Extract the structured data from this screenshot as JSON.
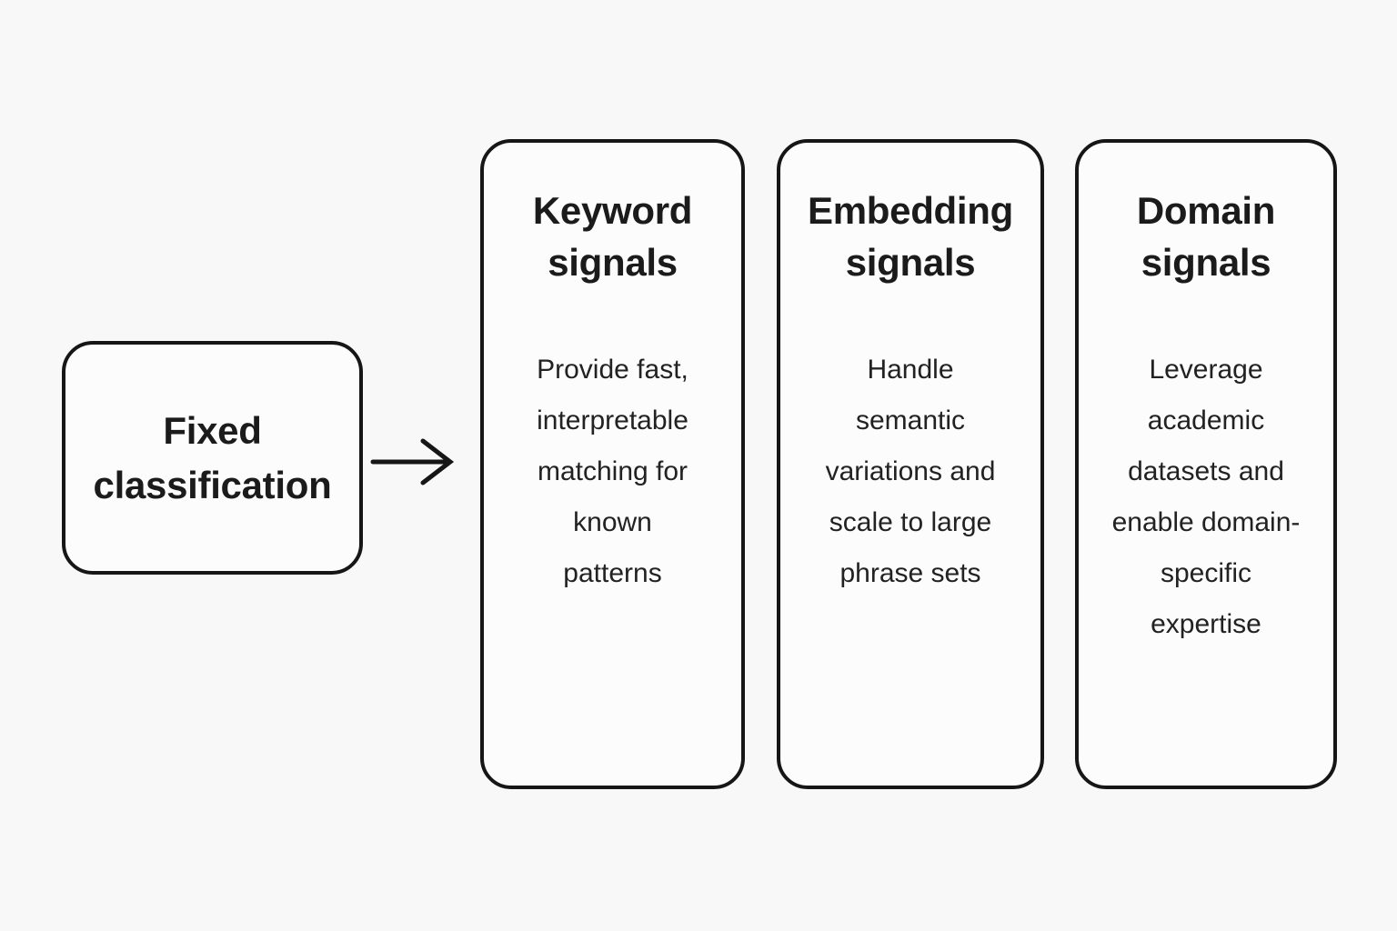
{
  "diagram": {
    "source_box": {
      "label": "Fixed classification"
    },
    "arrow": {
      "icon": "right-arrow-icon",
      "direction": "right"
    },
    "cards": [
      {
        "title": "Keyword signals",
        "description": "Provide fast, interpretable matching for known patterns"
      },
      {
        "title": "Embedding signals",
        "description": "Handle semantic variations and scale to large phrase sets"
      },
      {
        "title": "Domain signals",
        "description": "Leverage academic datasets and enable domain-specific expertise"
      }
    ],
    "colors": {
      "background": "#f8f8f8",
      "card_background": "#fcfcfc",
      "border": "#161616",
      "text": "#1c1c1c"
    }
  }
}
